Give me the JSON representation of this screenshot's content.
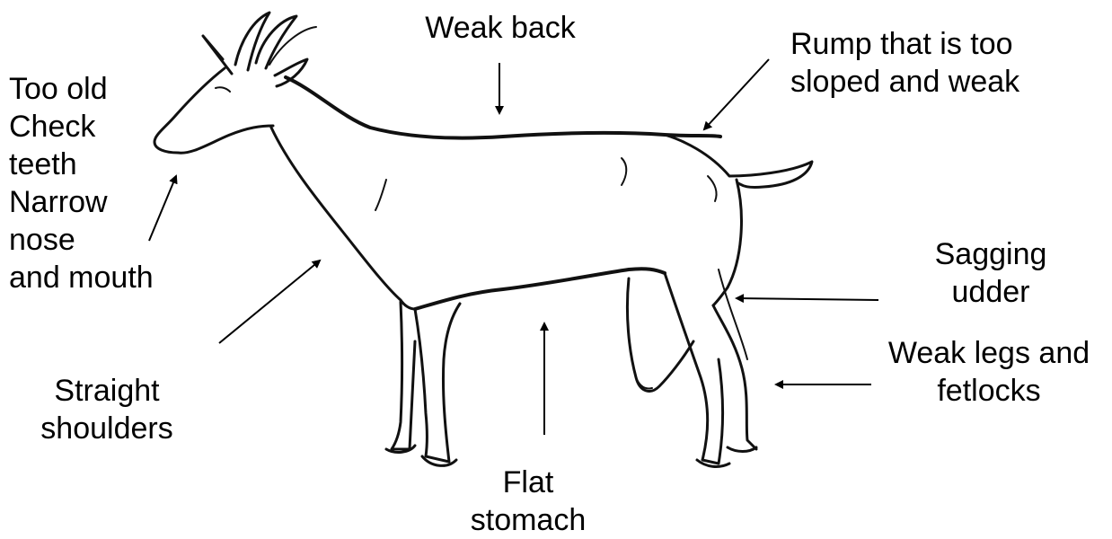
{
  "labels": {
    "weak_back": "Weak back",
    "rump": [
      "Rump that is too",
      "sloped and weak"
    ],
    "head": [
      "Too old",
      "Check",
      "teeth",
      "Narrow",
      "nose",
      "and mouth"
    ],
    "sagging_udder": [
      "Sagging",
      "udder"
    ],
    "weak_legs": [
      "Weak legs and",
      "fetlocks"
    ],
    "straight_shoulders": [
      "Straight",
      "shoulders"
    ],
    "flat_stomach": [
      "Flat",
      "stomach"
    ]
  }
}
